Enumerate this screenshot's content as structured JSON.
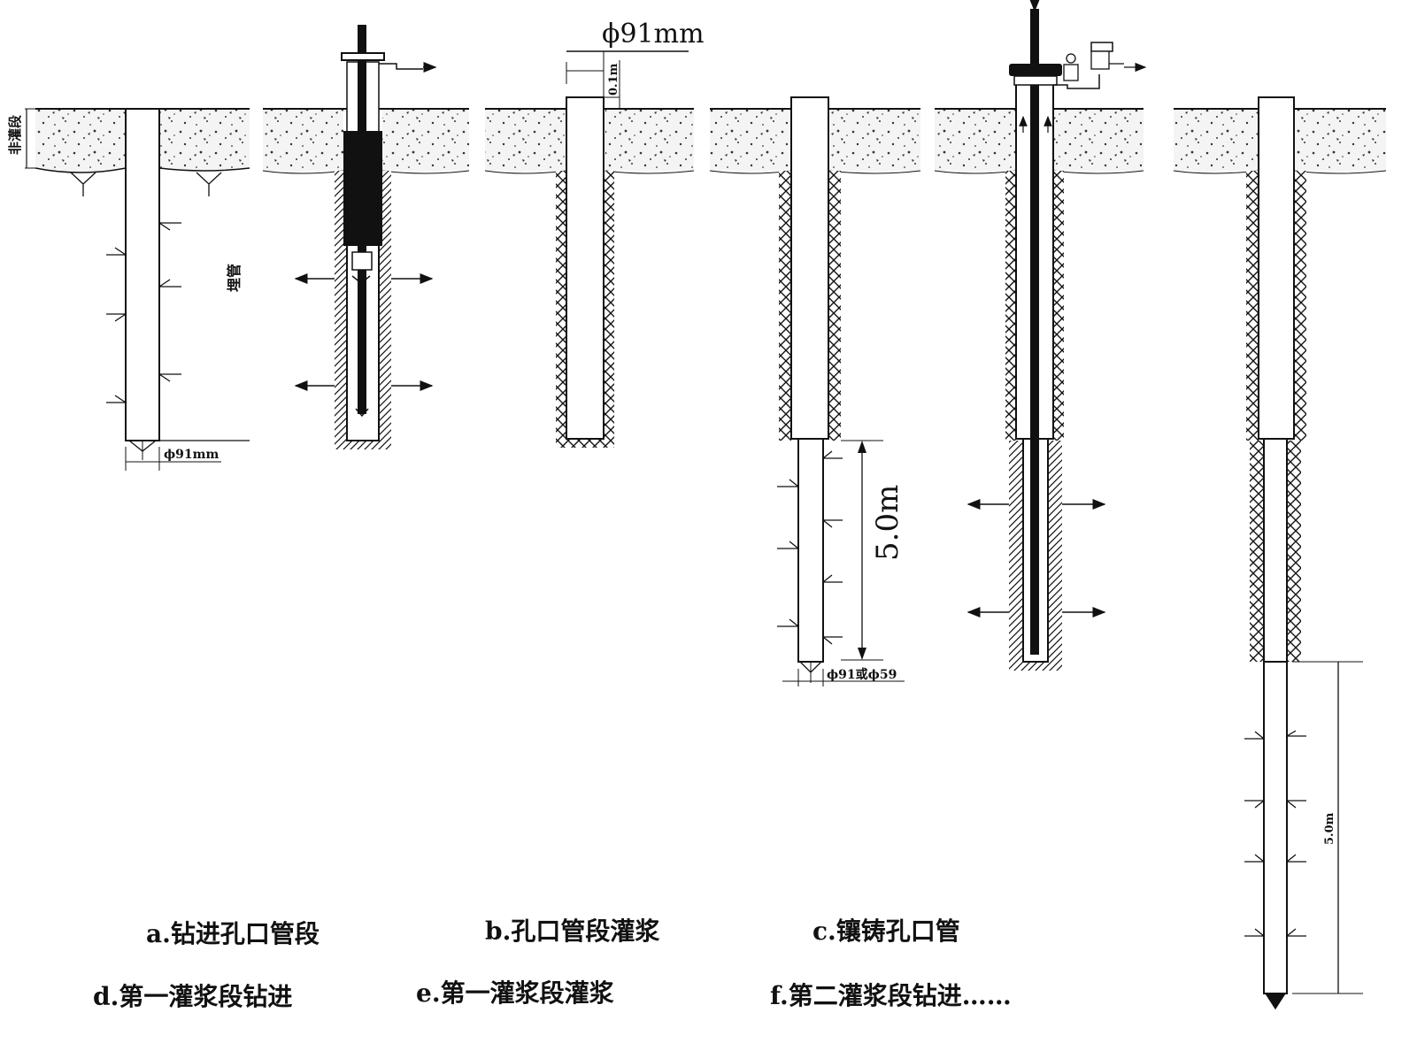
{
  "labels": {
    "non_grout_section": "非灌段",
    "buried_pipe": "埋管",
    "dia_a": "ϕ91mm",
    "dia_top": "ϕ91mm",
    "offset": "0.1m",
    "seg_len_d": "5.0m",
    "dia_d": "ϕ91或ϕ59",
    "seg_len_f": "5.0m"
  },
  "captions": {
    "a": "a.钻进孔口管段",
    "b": "b.孔口管段灌浆",
    "c": "c.镶铸孔口管",
    "d": "d.第一灌浆段钻进",
    "e": "e.第一灌浆段灌浆",
    "f": "f.第二灌浆段钻进……"
  },
  "colors": {
    "ink": "#111111",
    "concrete": "#f2f2f2"
  }
}
